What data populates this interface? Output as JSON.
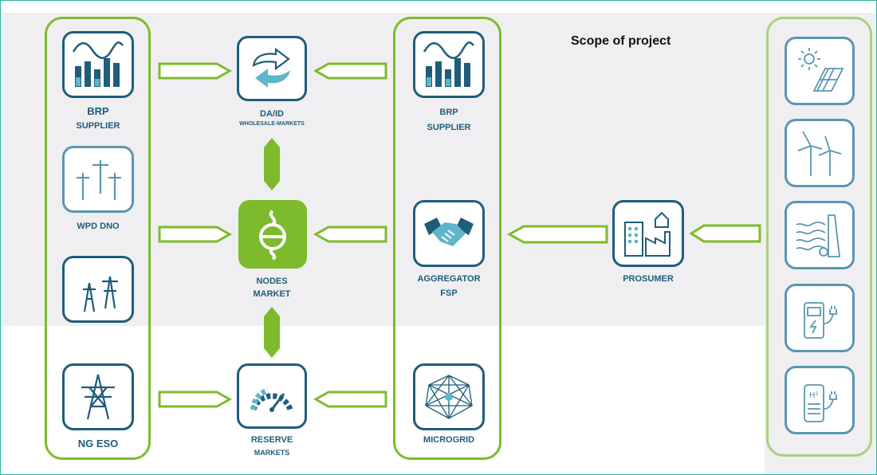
{
  "title": "Scope of project",
  "colors": {
    "accent_green": "#7dbb2c",
    "dark_blue": "#1f5d7a",
    "light_blue": "#5b96b0",
    "frame_teal": "#2bb5a0",
    "scope_bg": "#efeff1"
  },
  "left_group": {
    "brp_line1": "BRP",
    "brp_line2": "SUPPLIER",
    "wpd": "WPD DNO",
    "ngeso": "NG ESO"
  },
  "center": {
    "daid_line1": "DA/ID",
    "daid_line2": "WHOLESALE-MARKETS",
    "nodes_line1": "NODES",
    "nodes_line2": "MARKET",
    "reserve_line1": "RESERVE",
    "reserve_line2": "MARKETS"
  },
  "middle_group": {
    "brp_line1": "BRP",
    "brp_line2": "SUPPLIER",
    "agg_line1": "AGGREGATOR",
    "agg_line2": "FSP",
    "microgrid": "MICROGRID"
  },
  "prosumer": "PROSUMER",
  "icons": [
    "bar-chart-wave-icon",
    "distribution-poles-icon",
    "transmission-towers-icon",
    "pylon-icon",
    "exchange-arrows-icon",
    "nodes-logo-icon",
    "gauge-icon",
    "handshake-icon",
    "mesh-network-icon",
    "prosumer-buildings-icon",
    "solar-panel-icon",
    "wind-turbine-icon",
    "hydro-dam-icon",
    "ev-charger-icon",
    "hydrogen-icon"
  ]
}
